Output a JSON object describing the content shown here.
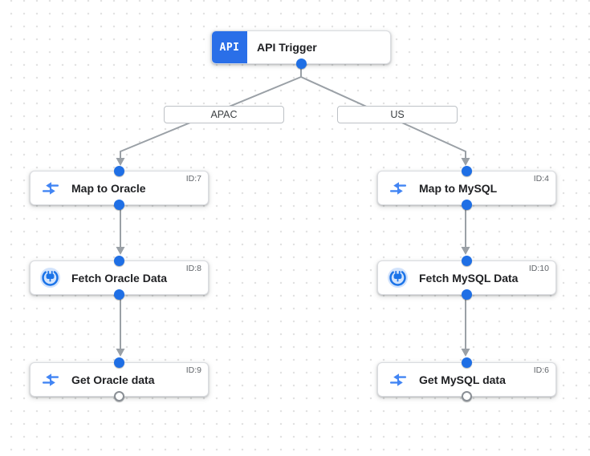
{
  "trigger": {
    "icon_label": "API",
    "title": "API Trigger"
  },
  "branch_labels": [
    {
      "label": "APAC"
    },
    {
      "label": "US"
    }
  ],
  "nodes": [
    {
      "title": "Map to Oracle",
      "id_label": "ID:7",
      "icon": "data-mapping-icon"
    },
    {
      "title": "Fetch Oracle Data",
      "id_label": "ID:8",
      "icon": "connector-plug-icon"
    },
    {
      "title": "Get Oracle data",
      "id_label": "ID:9",
      "icon": "data-mapping-icon"
    },
    {
      "title": "Map to MySQL",
      "id_label": "ID:4",
      "icon": "data-mapping-icon"
    },
    {
      "title": "Fetch MySQL Data",
      "id_label": "ID:10",
      "icon": "connector-plug-icon"
    },
    {
      "title": "Get MySQL data",
      "id_label": "ID:6",
      "icon": "data-mapping-icon"
    }
  ],
  "colors": {
    "accent_blue": "#1a73e8",
    "trigger_icon_bg": "#2a6fe8",
    "icon_blue": "#4285f4",
    "connector_bg": "#d2e3fc",
    "edge_gray": "#9aa0a6",
    "node_border": "#dadce0",
    "title_text": "#202124",
    "id_text": "#5f6368",
    "dot_grid": "#e2e2e2"
  }
}
